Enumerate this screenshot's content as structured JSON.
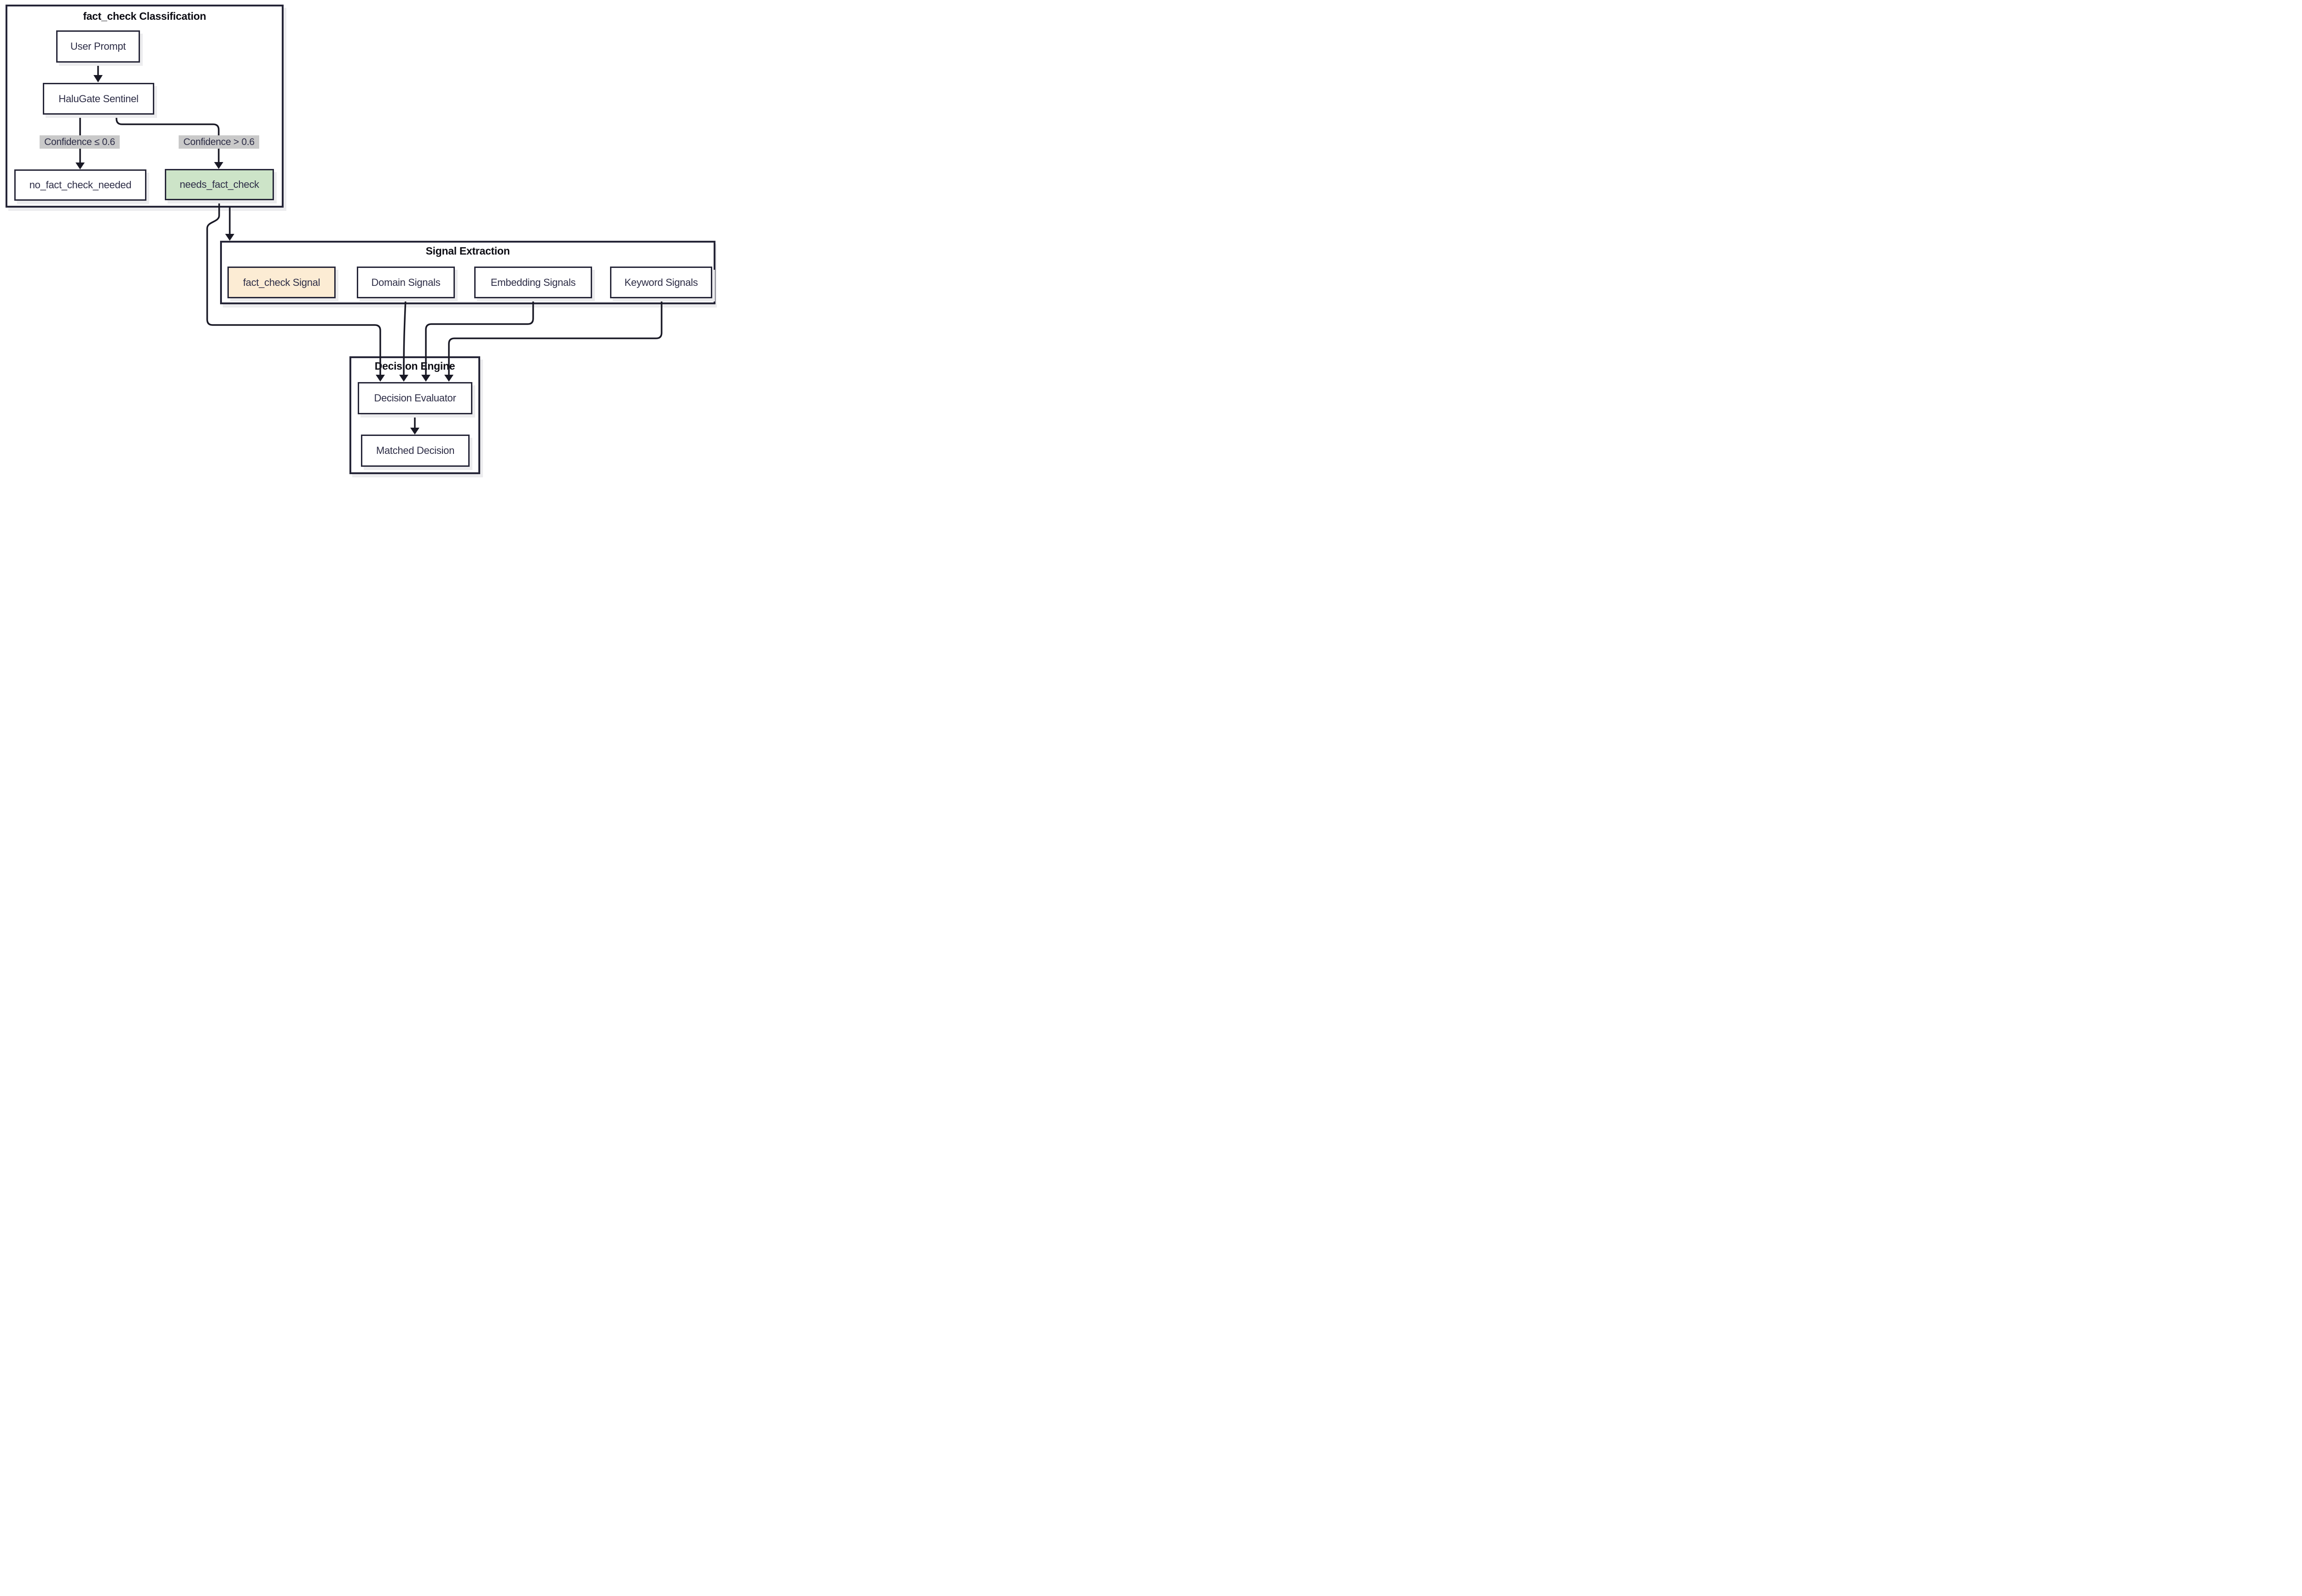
{
  "diagram": {
    "type": "flowchart",
    "subgraphs": {
      "classification": {
        "title": "fact_check Classification"
      },
      "signal_extraction": {
        "title": "Signal Extraction"
      },
      "decision_engine": {
        "title": "Decision Engine"
      }
    },
    "nodes": {
      "user_prompt": {
        "label": "User Prompt"
      },
      "halugate_sentinel": {
        "label": "HaluGate Sentinel"
      },
      "no_fact_check_needed": {
        "label": "no_fact_check_needed"
      },
      "needs_fact_check": {
        "label": "needs_fact_check"
      },
      "fact_check_signal": {
        "label": "fact_check Signal"
      },
      "domain_signals": {
        "label": "Domain Signals"
      },
      "embedding_signals": {
        "label": "Embedding Signals"
      },
      "keyword_signals": {
        "label": "Keyword Signals"
      },
      "decision_evaluator": {
        "label": "Decision Evaluator"
      },
      "matched_decision": {
        "label": "Matched Decision"
      }
    },
    "edge_labels": {
      "low_confidence": "Confidence ≤ 0.6",
      "high_confidence": "Confidence > 0.6"
    },
    "colors": {
      "background": "#ffffff",
      "node_border": "#262638",
      "edge_stroke": "#191925",
      "node_text": "#2d2d46",
      "title_text": "#0d0d14",
      "green_fill": "#cde4c8",
      "peach_fill": "#fcecd4",
      "label_bg": "#c9c9c9",
      "shadow": "#ececee"
    }
  }
}
